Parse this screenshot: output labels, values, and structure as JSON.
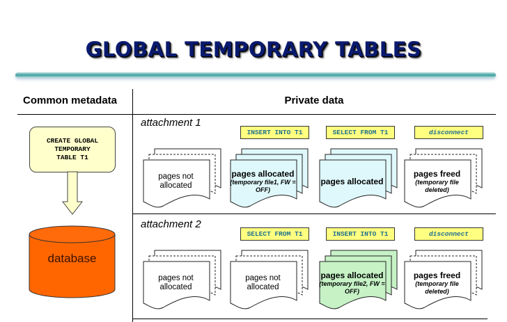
{
  "title": "GLOBAL TEMPORARY TABLES",
  "headers": {
    "common": "Common metadata",
    "private": "Private data"
  },
  "metadata": {
    "create_statement": "CREATE GLOBAL\nTEMPORARY\nTABLE T1",
    "database_label": "database"
  },
  "colors": {
    "title": "#0a1a6e",
    "command_bg": "#ffff80",
    "cyan_page": "#dff8fb",
    "green_page": "#c6f2c6",
    "database": "#ff6600"
  },
  "attachments": [
    {
      "label": "attachment 1",
      "commands": [
        "INSERT INTO T1",
        "SELECT FROM T1",
        "disconnect"
      ],
      "stacks": [
        {
          "title": "pages not allocated",
          "note": "",
          "state": "empty"
        },
        {
          "title": "pages allocated",
          "note": "(temporary file1, FW = OFF)",
          "state": "cyan"
        },
        {
          "title": "pages allocated",
          "note": "",
          "state": "cyan"
        },
        {
          "title": "pages freed",
          "note": "(temporary file deleted)",
          "state": "freed"
        }
      ]
    },
    {
      "label": "attachment 2",
      "commands": [
        "SELECT FROM T1",
        "INSERT INTO T1",
        "disconnect"
      ],
      "stacks": [
        {
          "title": "pages not allocated",
          "note": "",
          "state": "empty"
        },
        {
          "title": "pages not allocated",
          "note": "",
          "state": "empty"
        },
        {
          "title": "pages allocated",
          "note": "(temporary file2, FW = OFF)",
          "state": "green"
        },
        {
          "title": "pages freed",
          "note": "(temporary file deleted)",
          "state": "freed"
        }
      ]
    }
  ]
}
